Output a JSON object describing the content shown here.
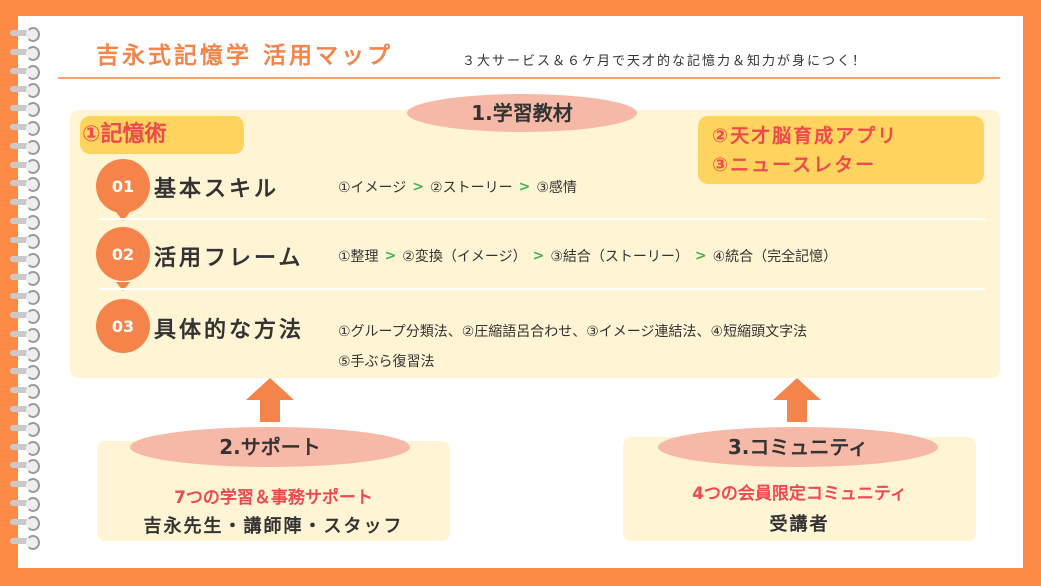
{
  "header": {
    "title": "吉永式記憶学 活用マップ",
    "subtitle": "３大サービス＆６ケ月で天才的な記憶力＆知力が身につく！"
  },
  "section1": {
    "label": "1.学習教材",
    "tag_left": "①記憶術",
    "tag_right": [
      "②天才脳育成アプリ",
      "③ニュースレター"
    ],
    "rows": [
      {
        "num": "01",
        "title": "基本スキル",
        "steps": [
          "①イメージ",
          "②ストーリー",
          "③感情"
        ]
      },
      {
        "num": "02",
        "title": "活用フレーム",
        "steps": [
          "①整理",
          "②変換（イメージ）",
          "③結合（ストーリー）",
          "④統合（完全記憶）"
        ]
      },
      {
        "num": "03",
        "title": "具体的な方法",
        "lines": [
          "①グループ分類法、②圧縮語呂合わせ、③イメージ連結法、④短縮頭文字法",
          "⑤手ぶら復習法"
        ]
      }
    ]
  },
  "section2": {
    "label": "2.サポート",
    "highlight": "7つの学習＆事務サポート",
    "text": "吉永先生・講師陣・スタッフ"
  },
  "section3": {
    "label": "3.コミュニティ",
    "highlight": "4つの会員限定コミュニティ",
    "text": "受講者"
  },
  "colors": {
    "orange": "#f5844a",
    "red": "#f0484f",
    "yellow": "#ffd45e",
    "pink": "#f7b9a7",
    "cream": "#fff5d5"
  }
}
